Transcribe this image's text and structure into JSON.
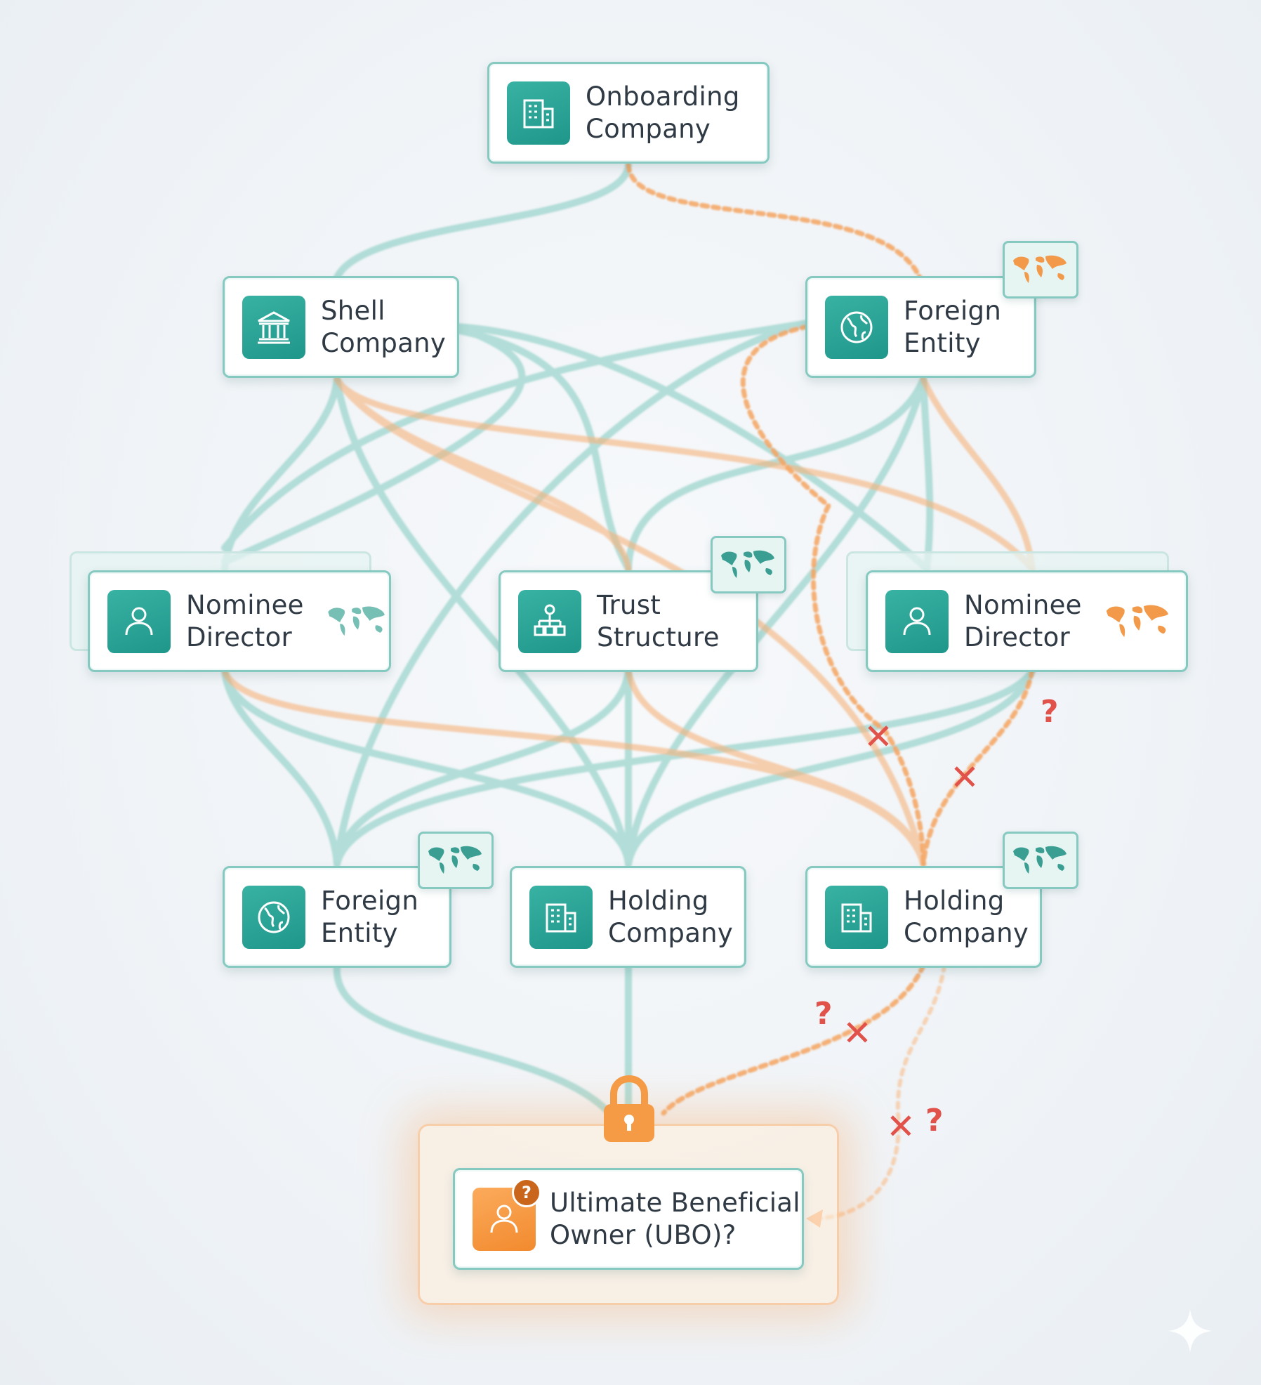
{
  "nodes": {
    "onboarding": {
      "label": "Onboarding\nCompany",
      "icon": "office-building-icon"
    },
    "shell": {
      "label": "Shell\nCompany",
      "icon": "bank-icon"
    },
    "foreign_top": {
      "label": "Foreign\nEntity",
      "icon": "globe-icon"
    },
    "nominee_left": {
      "label": "Nominee\nDirector",
      "icon": "person-icon"
    },
    "trust": {
      "label": "Trust\nStructure",
      "icon": "hierarchy-icon"
    },
    "nominee_right": {
      "label": "Nominee\nDirector",
      "icon": "person-icon"
    },
    "foreign_bottom": {
      "label": "Foreign\nEntity",
      "icon": "globe-icon"
    },
    "holding_mid": {
      "label": "Holding\nCompany",
      "icon": "office-building-icon"
    },
    "holding_right": {
      "label": "Holding\nCompany",
      "icon": "office-building-icon"
    },
    "ubo": {
      "label": "Ultimate Beneficial\nOwner (UBO)?",
      "icon": "person-icon",
      "badge": "?"
    }
  },
  "marks": {
    "cross": "✕",
    "question": "?"
  },
  "colors": {
    "teal_link": "#8fd0c6",
    "orange_link": "#f6b27a",
    "teal_icon": "#2aa596",
    "orange_icon": "#f59a45",
    "alert_red": "#e0524a",
    "map_teal": "#3a9f92",
    "map_orange": "#f29a4a"
  }
}
